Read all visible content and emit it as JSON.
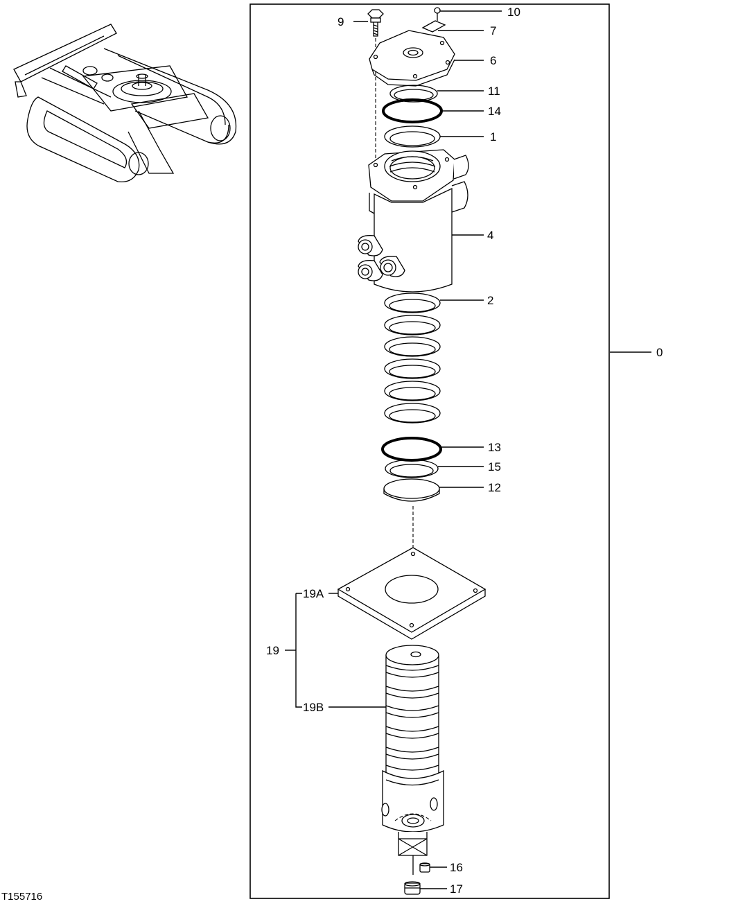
{
  "figure_id": "T155716",
  "callouts": {
    "c0": "0",
    "c1": "1",
    "c2": "2",
    "c4": "4",
    "c6": "6",
    "c7": "7",
    "c9": "9",
    "c10": "10",
    "c11": "11",
    "c12": "12",
    "c13": "13",
    "c14": "14",
    "c15": "15",
    "c16": "16",
    "c17": "17",
    "c19": "19",
    "c19a": "19A",
    "c19b": "19B"
  }
}
